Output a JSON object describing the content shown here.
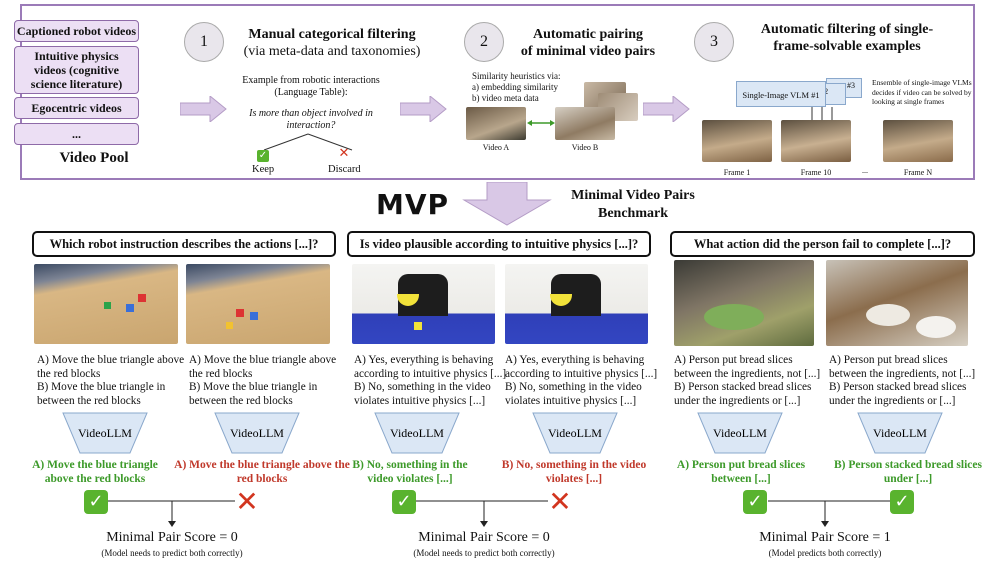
{
  "pipeline": {
    "pool_items": [
      "Captioned robot videos",
      "Intuitive physics videos (cognitive science literature)",
      "Egocentric videos",
      "..."
    ],
    "pool_label": "Video Pool",
    "steps": [
      {
        "number": "1",
        "title": "Manual categorical filtering",
        "subtitle": "(via meta-data and taxonomies)"
      },
      {
        "number": "2",
        "title": "Automatic pairing",
        "subtitle": "of minimal video pairs"
      },
      {
        "number": "3",
        "title": "Automatic filtering of single-",
        "subtitle": "frame-solvable examples"
      }
    ],
    "step1": {
      "example_line1": "Example from robotic interactions",
      "example_line2": "(Language Table):",
      "question_line1": "Is more than object involved in",
      "question_line2": "interaction?",
      "keep": "Keep",
      "discard": "Discard"
    },
    "step2": {
      "heuristics_line1": "Similarity heuristics via:",
      "heuristics_line2": "a) embedding similarity",
      "heuristics_line3": "b) video meta data",
      "video_a": "Video A",
      "video_b": "Video B"
    },
    "step3": {
      "vlm1": "Single-Image VLM #1",
      "vlm2": "M #2",
      "vlm3": "#3",
      "desc_line1": "Ensemble of single-image VLMs",
      "desc_line2": "decides if video can be solved by",
      "desc_line3": "looking at single frames",
      "frame1": "Frame 1",
      "frame10": "Frame 10",
      "ellipsis": "...",
      "frameN": "Frame N"
    }
  },
  "mvp": {
    "logo": "MVP",
    "title_line1": "Minimal Video Pairs",
    "title_line2": "Benchmark"
  },
  "panels": [
    {
      "question": "Which robot instruction describes the actions [...]?",
      "left_options": [
        "A) Move the blue triangle above",
        "the red blocks",
        "B) Move the blue triangle in",
        "between the red blocks"
      ],
      "right_options": [
        "A) Move the blue triangle above",
        "the red blocks",
        "B) Move the blue triangle in",
        "between the red blocks"
      ],
      "model": "VideoLLM",
      "left_answer": "A) Move the blue triangle above the red blocks",
      "right_answer": "A) Move the blue triangle above the red blocks",
      "score": "Minimal Pair Score = 0",
      "note": "(Model needs to predict both correctly)"
    },
    {
      "question": "Is video plausible according to intuitive physics [...]?",
      "left_options": [
        "A) Yes, everything is behaving",
        "according to intuitive physics [...]",
        "B) No, something in the video",
        "violates intuitive physics [...]"
      ],
      "right_options": [
        "A) Yes, everything is behaving",
        "according to intuitive physics [...]",
        "B) No, something in the video",
        "violates intuitive physics [...]"
      ],
      "model": "VideoLLM",
      "left_answer": "B) No, something in the video violates [...]",
      "right_answer": "B) No, something in the video violates [...]",
      "score": "Minimal Pair Score = 0",
      "note": "(Model needs to predict both correctly)"
    },
    {
      "question": "What action did the person fail to complete [...]?",
      "left_options": [
        "A) Person put bread slices",
        "between the ingredients, not  [...]",
        "B) Person stacked bread slices",
        "under the ingredients or   [...]"
      ],
      "right_options": [
        "A) Person put bread slices",
        "between the ingredients, not  [...]",
        "B) Person stacked bread slices",
        "under the ingredients or   [...]"
      ],
      "model": "VideoLLM",
      "left_answer": "A) Person put bread slices between [...]",
      "right_answer": "B) Person stacked bread slices under [...]",
      "score": "Minimal Pair Score = 1",
      "note": "(Model predicts both correctly)"
    }
  ],
  "colors": {
    "correct": "#3d9a2a",
    "wrong": "#c0392b",
    "pipeline_border": "#9b7bb8",
    "pool_fill": "#ecdff4"
  }
}
